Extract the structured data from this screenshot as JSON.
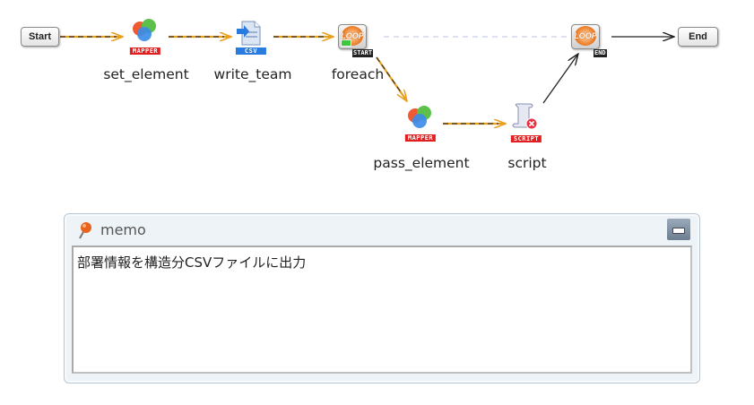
{
  "flow": {
    "start_label": "Start",
    "end_label": "End",
    "nodes": [
      {
        "id": "set_element",
        "label": "set_element",
        "type": "mapper",
        "badge": "MAPPER"
      },
      {
        "id": "write_team",
        "label": "write_team",
        "type": "csv",
        "badge": "CSV"
      },
      {
        "id": "foreach",
        "label": "foreach",
        "type": "loop-start",
        "icon_text": "LOOP",
        "tag": "START"
      },
      {
        "id": "pass_element",
        "label": "pass_element",
        "type": "mapper",
        "badge": "MAPPER"
      },
      {
        "id": "script",
        "label": "script",
        "type": "script",
        "badge": "SCRIPT",
        "error": true
      },
      {
        "id": "loop_end",
        "label": "",
        "type": "loop-end",
        "icon_text": "LOOP",
        "tag": "END"
      }
    ],
    "edges": [
      {
        "from": "start",
        "to": "set_element",
        "style": "dashed-orange"
      },
      {
        "from": "set_element",
        "to": "write_team",
        "style": "dashed-orange"
      },
      {
        "from": "write_team",
        "to": "foreach",
        "style": "dashed-orange"
      },
      {
        "from": "foreach",
        "to": "pass_element",
        "style": "dashed-orange"
      },
      {
        "from": "pass_element",
        "to": "script",
        "style": "dashed-orange"
      },
      {
        "from": "script",
        "to": "loop_end",
        "style": "solid-black"
      },
      {
        "from": "loop_end",
        "to": "end",
        "style": "solid-black"
      },
      {
        "from": "foreach",
        "to": "loop_end",
        "style": "dashed-light"
      }
    ],
    "colors": {
      "flow_dash": "#e8a020",
      "flow_core": "#333333",
      "loop_link": "#c8cde8",
      "mapper_badge": "#e02020",
      "csv_badge": "#2a7be0"
    }
  },
  "memo": {
    "title": "memo",
    "content": "部署情報を構造分CSVファイルに出力",
    "minimize_icon": "minimize-icon"
  }
}
